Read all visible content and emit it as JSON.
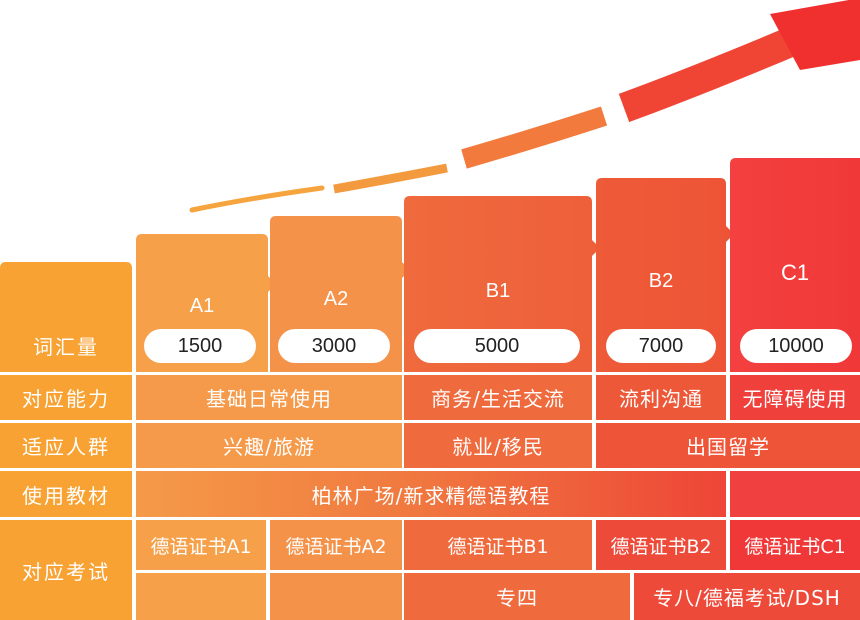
{
  "colors": {
    "orange_left": "#f9a23d",
    "orange_mid": "#f59146",
    "orange_deep": "#ee6a3a",
    "red_orange": "#ee5a37",
    "red": "#ec3e36",
    "red_bright": "#f53a3a",
    "white": "#ffffff"
  },
  "row_headers": {
    "vocab": "词汇量",
    "ability": "对应能力",
    "audience": "适应人群",
    "textbook": "使用教材",
    "exam": "对应考试"
  },
  "levels": [
    {
      "name": "A1",
      "vocab": "1500"
    },
    {
      "name": "A2",
      "vocab": "3000"
    },
    {
      "name": "B1",
      "vocab": "5000"
    },
    {
      "name": "B2",
      "vocab": "7000"
    },
    {
      "name": "C1",
      "vocab": "10000"
    }
  ],
  "ability": {
    "a": "基础日常使用",
    "b1": "商务/生活交流",
    "b2": "流利沟通",
    "c1": "无障碍使用"
  },
  "audience": {
    "a": "兴趣/旅游",
    "b1": "就业/移民",
    "bc": "出国留学"
  },
  "textbook": {
    "main": "柏林广场/新求精德语教程"
  },
  "exams": {
    "a1": "德语证书A1",
    "a2": "德语证书A2",
    "b1": "德语证书B1",
    "b2": "德语证书B2",
    "c1": "德语证书C1",
    "tem4": "专四",
    "tem8": "专八/德福考试/DSH"
  }
}
